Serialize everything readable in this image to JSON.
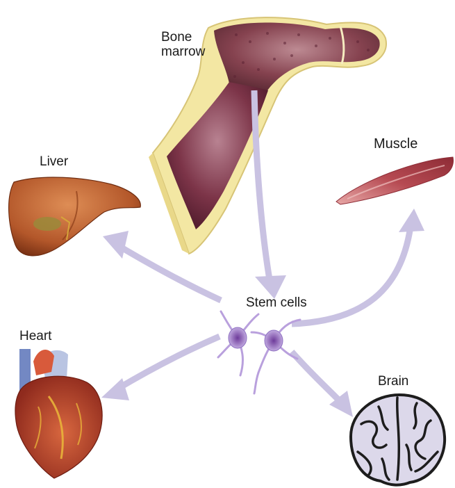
{
  "labels": {
    "bone_line1": "Bone",
    "bone_line2": "marrow",
    "muscle": "Muscle",
    "liver": "Liver",
    "stem_cells": "Stem cells",
    "heart": "Heart",
    "brain": "Brain"
  },
  "colors": {
    "arrow": "#c9c2e2",
    "bone_shell": "#f3e7a3",
    "marrow": "#8a3f52",
    "muscle": "#c1575e",
    "liver": "#b85b2c",
    "heart": "#c2513a",
    "brain_fill": "#dcd8ea",
    "cell": "#a88bd2"
  }
}
